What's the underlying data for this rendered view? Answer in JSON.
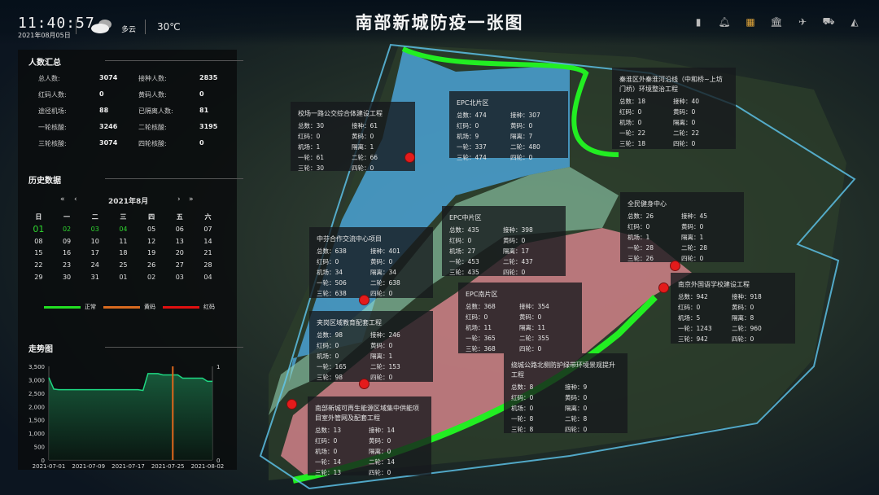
{
  "header": {
    "time": "11:40:57",
    "date": "2021年08月05日",
    "weather": "多云",
    "temperature": "30℃",
    "title": "南部新城防疫一张图",
    "icons": [
      "file-icon",
      "bell-icon",
      "table-icon",
      "bank-icon",
      "plane-icon",
      "truck-icon",
      "area-chart-icon"
    ]
  },
  "summary": {
    "title": "人数汇总",
    "items": [
      {
        "label": "总人数:",
        "value": "3074"
      },
      {
        "label": "接种人数:",
        "value": "2835"
      },
      {
        "label": "红码人数:",
        "value": "0"
      },
      {
        "label": "黄码人数:",
        "value": "0"
      },
      {
        "label": "途径机场:",
        "value": "88"
      },
      {
        "label": "已隔离人数:",
        "value": "81"
      },
      {
        "label": "一轮核酸:",
        "value": "3246"
      },
      {
        "label": "二轮核酸:",
        "value": "3195"
      },
      {
        "label": "三轮核酸:",
        "value": "3074"
      },
      {
        "label": "四轮核酸:",
        "value": "0"
      }
    ]
  },
  "history": {
    "title": "历史数据",
    "month": "2021年8月",
    "nav": [
      "«",
      "‹",
      "›",
      "»"
    ],
    "weekdays": [
      "日",
      "一",
      "二",
      "三",
      "四",
      "五",
      "六"
    ],
    "days": [
      "01",
      "02",
      "03",
      "04",
      "05",
      "06",
      "07",
      "08",
      "09",
      "10",
      "11",
      "12",
      "13",
      "14",
      "15",
      "16",
      "17",
      "18",
      "19",
      "20",
      "21",
      "22",
      "23",
      "24",
      "25",
      "26",
      "27",
      "28",
      "29",
      "30",
      "31",
      "01",
      "02",
      "03",
      "04"
    ],
    "green_days": 4,
    "legend": [
      {
        "label": "正常",
        "color": "#22e022"
      },
      {
        "label": "黄码",
        "color": "#d86a1f"
      },
      {
        "label": "红码",
        "color": "#e01010"
      }
    ]
  },
  "trend": {
    "title": "走势图"
  },
  "chart_data": {
    "type": "area",
    "title": "走势图",
    "x": [
      "2021-07-01",
      "2021-07-02",
      "2021-07-03",
      "2021-07-04",
      "2021-07-05",
      "2021-07-06",
      "2021-07-07",
      "2021-07-08",
      "2021-07-09",
      "2021-07-10",
      "2021-07-11",
      "2021-07-12",
      "2021-07-13",
      "2021-07-14",
      "2021-07-15",
      "2021-07-16",
      "2021-07-17",
      "2021-07-18",
      "2021-07-19",
      "2021-07-20",
      "2021-07-21",
      "2021-07-22",
      "2021-07-23",
      "2021-07-24",
      "2021-07-25",
      "2021-07-26",
      "2021-07-27",
      "2021-07-28",
      "2021-07-29",
      "2021-07-30",
      "2021-07-31",
      "2021-08-01",
      "2021-08-02",
      "2021-08-03"
    ],
    "values": [
      3080,
      2650,
      2630,
      2630,
      2630,
      2630,
      2630,
      2630,
      2630,
      2630,
      2630,
      2630,
      2630,
      2630,
      2630,
      2630,
      2630,
      2630,
      2630,
      2600,
      3230,
      3230,
      3230,
      3180,
      3180,
      3180,
      3180,
      3060,
      3060,
      3060,
      3060,
      3060,
      2940,
      2940
    ],
    "xticks": [
      "2021-07-01",
      "2021-07-09",
      "2021-07-17",
      "2021-07-25",
      "2021-08-02"
    ],
    "yticks": [
      "0",
      "500",
      "1,000",
      "1,500",
      "2,000",
      "2,500",
      "3,000",
      "3,500"
    ],
    "ylim": [
      0,
      3500
    ],
    "y2ticks": [
      "0",
      "1"
    ],
    "marker_date": "2021-07-26",
    "line_color": "#1ed882",
    "marker_color": "#e0681c"
  },
  "projects": [
    {
      "name": "校场一路公交综合体建设工程",
      "stats": [
        "总数：30",
        "接种：61",
        "红码：0",
        "黄码：0",
        "机场：1",
        "隔离：1",
        "一轮：61",
        "二轮：66",
        "三轮：30",
        "四轮：0"
      ]
    },
    {
      "name": "EPC北片区",
      "stats": [
        "总数：474",
        "接种：307",
        "红码：0",
        "黄码：0",
        "机场：9",
        "隔离：7",
        "一轮：337",
        "二轮：480",
        "三轮：474",
        "四轮：0"
      ]
    },
    {
      "name": "秦淮区外秦淮河沿线（中和桥~上坊门桥）环境整治工程",
      "stats": [
        "总数：18",
        "接种：40",
        "红码：0",
        "黄码：0",
        "机场：0",
        "隔离：0",
        "一轮：22",
        "二轮：22",
        "三轮：18",
        "四轮：0"
      ]
    },
    {
      "name": "全民健身中心",
      "stats": [
        "总数：26",
        "接种：45",
        "红码：0",
        "黄码：0",
        "机场：1",
        "隔离：1",
        "一轮：28",
        "二轮：28",
        "三轮：26",
        "四轮：0"
      ]
    },
    {
      "name": "中芬合作交流中心项目",
      "stats": [
        "总数：638",
        "接种：401",
        "红码：0",
        "黄码：0",
        "机场：34",
        "隔离：34",
        "一轮：506",
        "二轮：638",
        "三轮：638",
        "四轮：0"
      ]
    },
    {
      "name": "EPC中片区",
      "stats": [
        "总数：435",
        "接种：398",
        "红码：0",
        "黄码：0",
        "机场：27",
        "隔离：17",
        "一轮：453",
        "二轮：437",
        "三轮：435",
        "四轮：0"
      ]
    },
    {
      "name": "南京外国语学校建设工程",
      "stats": [
        "总数：942",
        "接种：918",
        "红码：0",
        "黄码：0",
        "机场：5",
        "隔离：8",
        "一轮：1243",
        "二轮：960",
        "三轮：942",
        "四轮：0"
      ]
    },
    {
      "name": "夹岗区域教育配套工程",
      "stats": [
        "总数：98",
        "接种：246",
        "红码：0",
        "黄码：0",
        "机场：0",
        "隔离：1",
        "一轮：165",
        "二轮：153",
        "三轮：98",
        "四轮：0"
      ]
    },
    {
      "name": "EPC南片区",
      "stats": [
        "总数：368",
        "接种：354",
        "红码：0",
        "黄码：0",
        "机场：11",
        "隔离：11",
        "一轮：365",
        "二轮：355",
        "三轮：368",
        "四轮：0"
      ]
    },
    {
      "name": "绕城公路北侧防护绿带环境景观提升工程",
      "stats": [
        "总数：8",
        "接种：9",
        "红码：0",
        "黄码：0",
        "机场：0",
        "隔离：0",
        "一轮：8",
        "二轮：8",
        "三轮：8",
        "四轮：0"
      ]
    },
    {
      "name": "南部新城可再生能源区域集中供能项目室外管网及配套工程",
      "stats": [
        "总数：13",
        "接种：14",
        "红码：0",
        "黄码：0",
        "机场：0",
        "隔离：0",
        "一轮：14",
        "二轮：14",
        "三轮：13",
        "四轮：0"
      ]
    }
  ]
}
